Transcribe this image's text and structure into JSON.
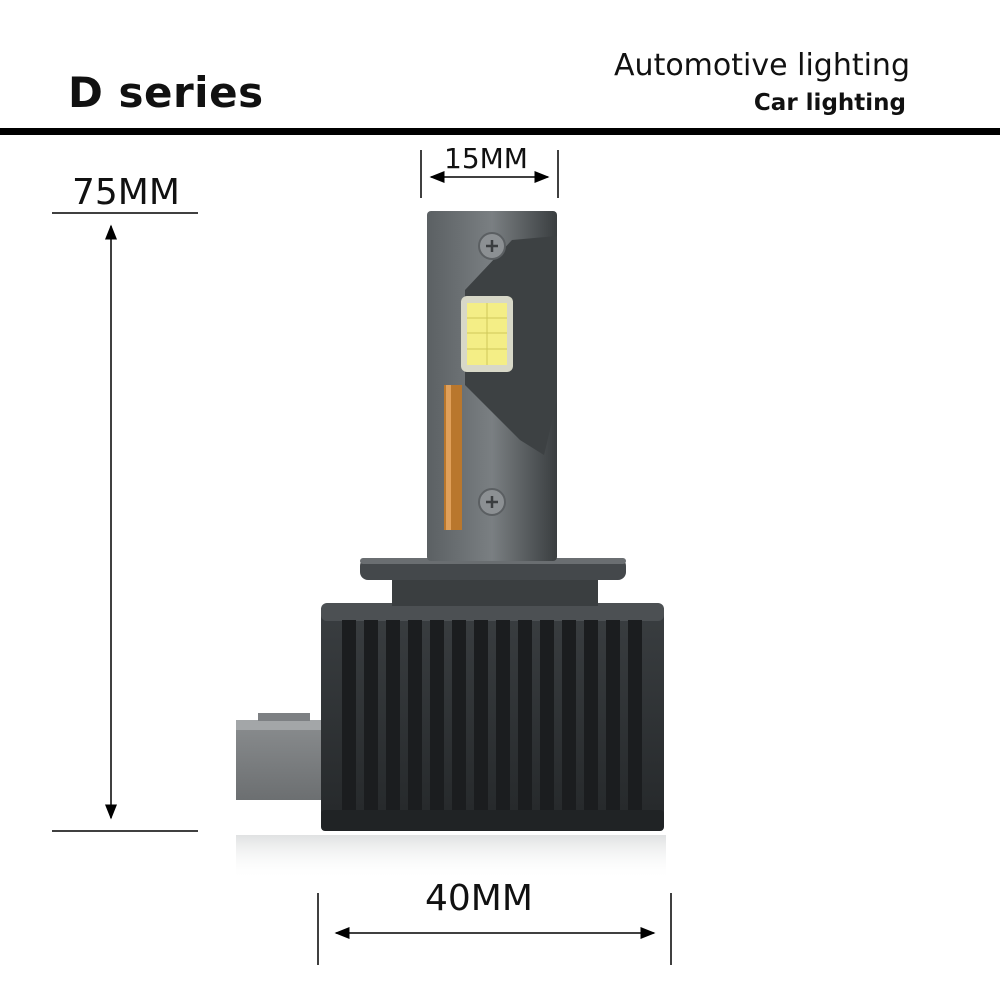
{
  "header": {
    "series_title": "D series",
    "brand_line1": "Automotive lighting",
    "brand_line2": "Car lighting"
  },
  "dimensions": {
    "height_label": "75MM",
    "width_label": "40MM",
    "neck_label": "15MM"
  },
  "colors": {
    "rule": "#000000",
    "body_dark": "#2e3133",
    "body_mid": "#4a4e51",
    "led_yellow": "#f4ee86",
    "copper_strip": "#b9772d"
  }
}
